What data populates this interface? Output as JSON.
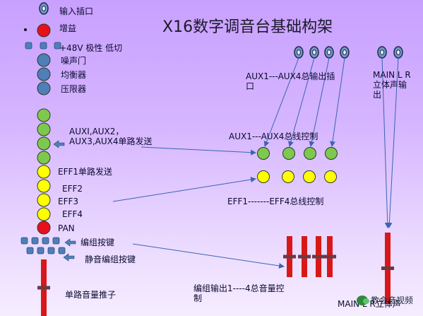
{
  "title": "X16数字调音台基础构架",
  "strip": {
    "input_label": "输入插口",
    "gain_label": "增益",
    "phantom_label": "+48V 极性 低切",
    "gate_label": "噪声门",
    "eq_label": "均衡器",
    "comp_label": "压限器",
    "aux_send_label": "AUXI,AUX2，AUX3,AUX4单路发送",
    "eff1_label": "EFF1单路发送",
    "eff2_label": "EFF2",
    "eff3_label": "EFF3",
    "eff4_label": "EFF4",
    "pan_label": "PAN",
    "group_keys_label": "编组按键",
    "mute_group_label": "静音编组按键",
    "fader_label": "单路音量推子"
  },
  "aux_out_label": "AUX1---AUX4总输出插口",
  "main_out_label": "MAIN L R立体声输出",
  "aux_bus_label": "AUX1---AUX4总线控制",
  "eff_bus_label": "EFF1-------EFF4总线控制",
  "group_out_label": "编组输出1----4总音量控制",
  "main_fader_label": "MAIN L R立体声",
  "watermark": "教会音视频",
  "colors": {
    "aux_knob": "#7ec850",
    "eff_knob": "#ffff00",
    "gain_knob": "#e8101a",
    "dsp_knob": "#4f7fb8",
    "fader": "#d81818",
    "jack_fill": "#7096c8",
    "arrow": "#3a64b4"
  }
}
